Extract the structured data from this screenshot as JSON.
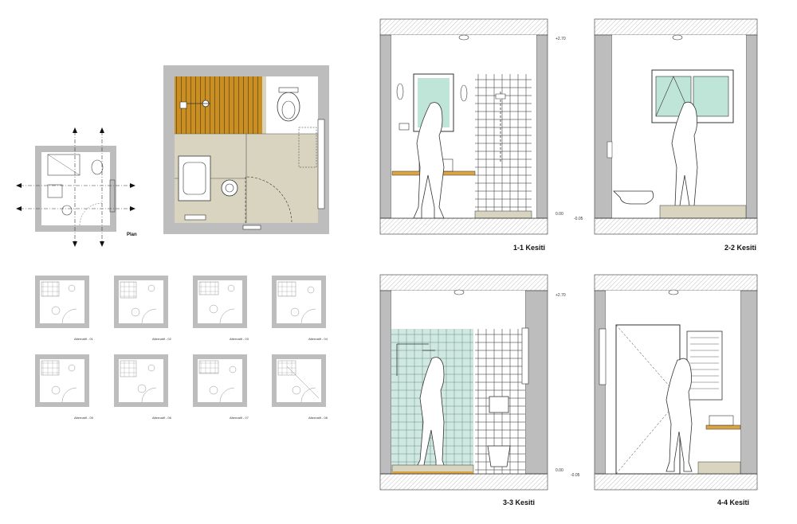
{
  "plan": {
    "label": "Plan"
  },
  "sections": [
    {
      "label": "1-1 Kesiti",
      "top_level": "+2.70",
      "floor_level": "0.00",
      "floor_level_low": "-0.05"
    },
    {
      "label": "2-2 Kesiti"
    },
    {
      "label": "3-3 Kesiti",
      "top_level": "+2.70",
      "floor_level": "0.00",
      "floor_level_low": "-0.05"
    },
    {
      "label": "4-4 Kesiti"
    }
  ],
  "alternatives": [
    "Alternatif - 01",
    "Alternatif - 02",
    "Alternatif - 03",
    "Alternatif - 04",
    "Alternatif - 05",
    "Alternatif - 06",
    "Alternatif - 07",
    "Alternatif - 08"
  ],
  "colors": {
    "wall": "#bdbdbd",
    "floor": "#d8d4c0",
    "shower_wood": "#c98f22",
    "tile_teal": "#cfe8e2",
    "window_glass": "#bfe4d8",
    "counter": "#d9a441"
  }
}
